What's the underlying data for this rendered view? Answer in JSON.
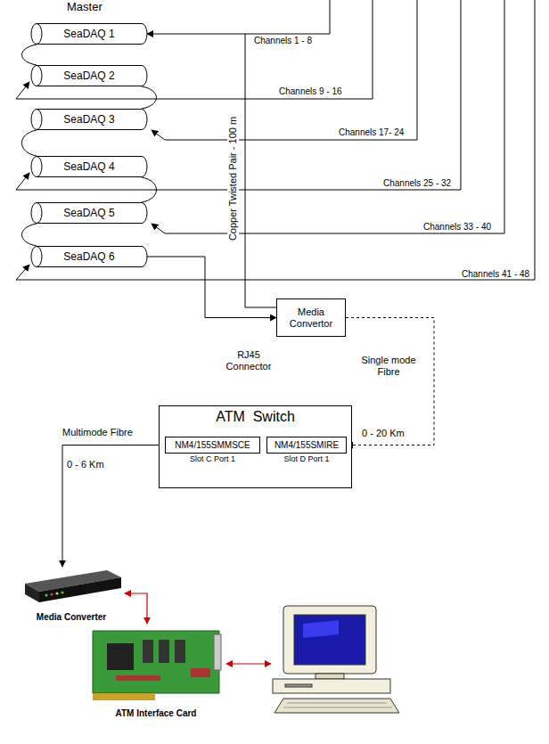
{
  "diagram": {
    "nodes": [
      {
        "text": [
          "SeaDAQ 1"
        ]
      },
      {
        "text": [
          "SeaDAQ 2"
        ]
      },
      {
        "text": [
          "SeaDAQ 3"
        ]
      },
      {
        "text": [
          "SeaDAQ 4"
        ]
      },
      {
        "text": [
          "SeaDAQ 5"
        ]
      },
      {
        "text": [
          "SeaDAQ 6"
        ]
      },
      {
        "text": [
          "Media Convertor"
        ]
      },
      {
        "text": [
          "ATM  Switch"
        ]
      },
      {
        "text": [
          "NM4/155SMMSCE",
          "Slot C Port 1"
        ],
        "in": 7
      },
      {
        "text": [
          "NM4/155SMIRE",
          "Slot D Port 1"
        ],
        "in": 7
      },
      {
        "text": [
          "Media Converter"
        ]
      },
      {
        "text": [
          "ATM Interface Card"
        ]
      }
    ],
    "edges": [
      {
        "from": 0,
        "to": 1,
        "arrow": "none"
      },
      {
        "from": 1,
        "to": 2,
        "arrow": "none"
      },
      {
        "from": 2,
        "to": 3,
        "arrow": "none"
      },
      {
        "from": 3,
        "to": 4,
        "arrow": "none"
      },
      {
        "from": 4,
        "to": 5,
        "arrow": "none"
      },
      {
        "from": 5,
        "to": 6,
        "arrow": "to"
      },
      {
        "from": 6,
        "to": 0,
        "label": "Copper Twisted Pair - 100 m",
        "arrow": "to"
      },
      {
        "from": 6,
        "to": 9,
        "label": "Single mode Fibre",
        "arrow": "to"
      },
      {
        "from": 8,
        "to": 10,
        "label": "Multimode Fibre",
        "arrow": "to"
      },
      {
        "from": 10,
        "to": 11,
        "arrow": "both"
      }
    ],
    "labels": [
      "Master",
      "Channels 1 - 8",
      "Channels 9 - 16",
      "Channels 17- 24",
      "Channels 25 - 32",
      "Channels 33 - 40",
      "Channels 41 - 48",
      "RJ45 Connector",
      "0 - 20 Km",
      "0 - 6 Km"
    ]
  }
}
